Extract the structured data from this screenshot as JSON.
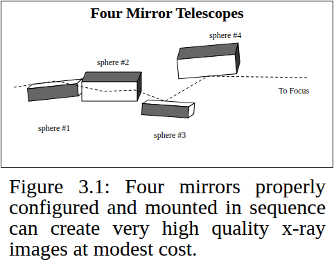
{
  "diagram": {
    "title": "Four Mirror Telescopes",
    "caption": "Figure 3.1: Four mirrors properly configured and mounted in sequence can create very high quality x-ray images at modest cost.",
    "labels": [
      "sphere #1",
      "sphere #2",
      "sphere #3",
      "sphere #4",
      "To Focus"
    ]
  }
}
